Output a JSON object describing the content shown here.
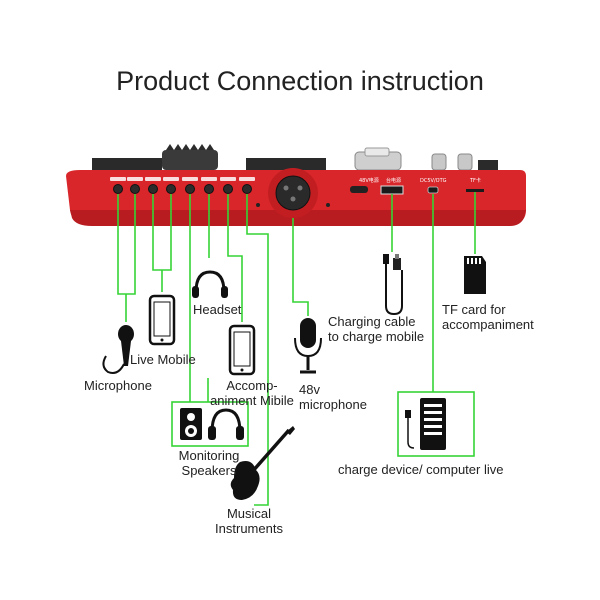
{
  "title": "Product Connection instruction",
  "device": {
    "label_48v": "48V电源",
    "label_usb": "台电源",
    "label_dc": "DC5V/OTG",
    "label_tf": "TF卡"
  },
  "labels": {
    "microphone": "Microphone",
    "live_mobile": "Live Mobile",
    "headset": "Headset",
    "accompaniment_line1": "Accomp-",
    "accompaniment_line2": "animent Mibile",
    "monitoring_line1": "Monitoring",
    "monitoring_line2": "Speakers",
    "instruments_line1": "Musical",
    "instruments_line2": "Instruments",
    "mic48_line1": "48v",
    "mic48_line2": "microphone",
    "charging_line1": "Charging cable",
    "charging_line2": "to charge mobile",
    "tf_line1": "TF card for",
    "tf_line2": "accompaniment",
    "computer": "charge device/ computer live"
  },
  "colors": {
    "device_red": "#d8262a",
    "wire_green": "#35d435",
    "text": "#222222"
  }
}
